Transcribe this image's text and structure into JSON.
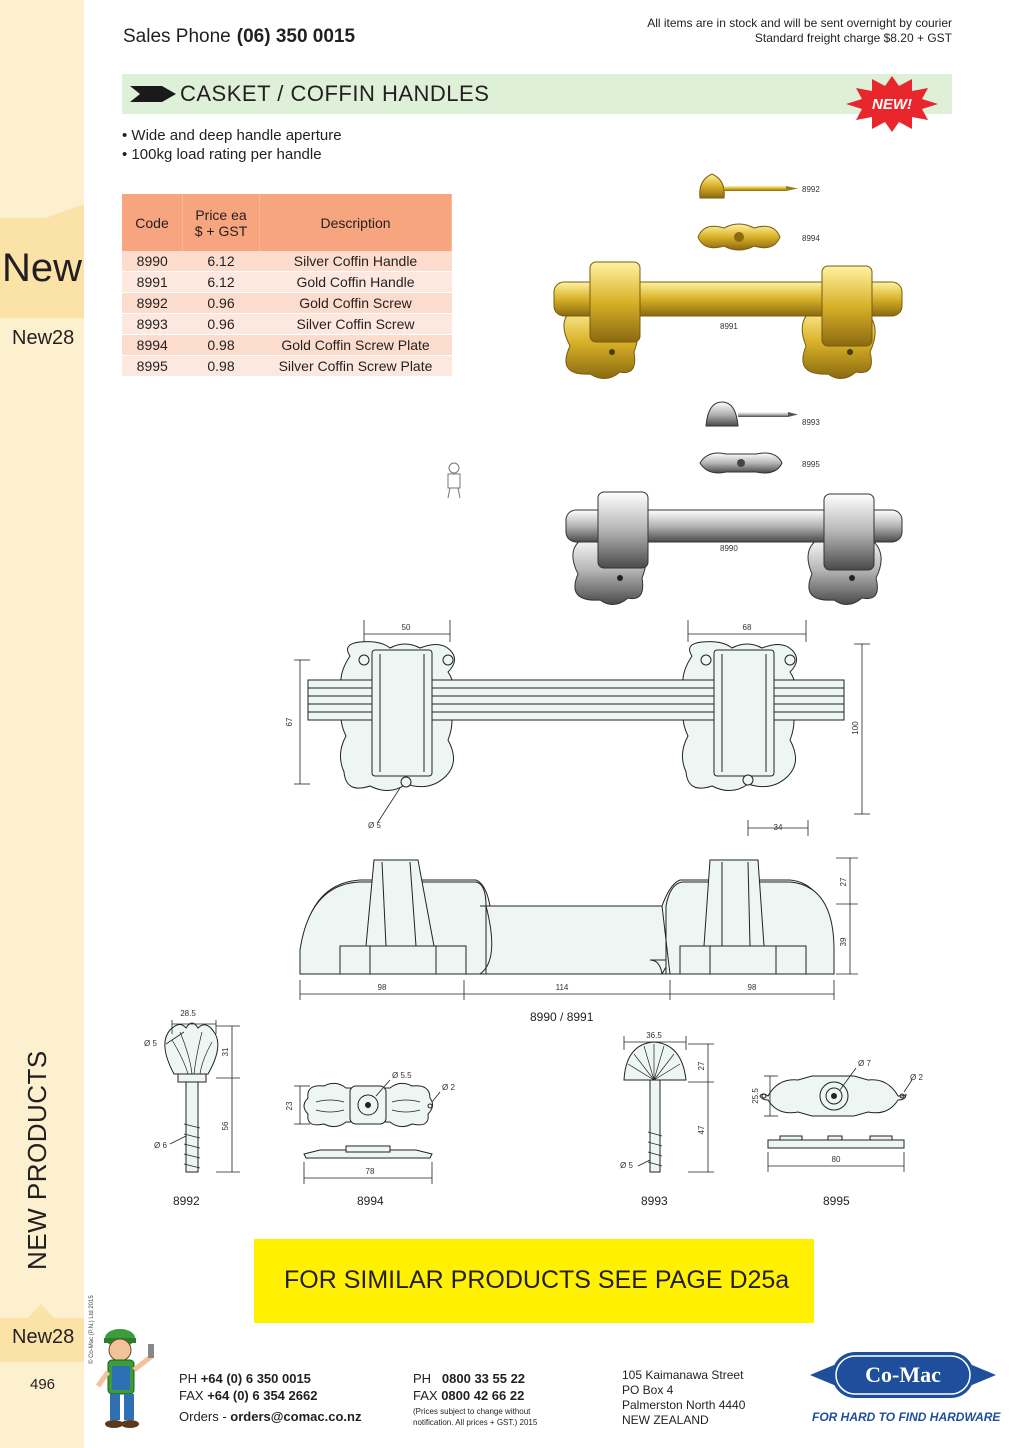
{
  "sidebar": {
    "new_label": "New",
    "new_code": "New28",
    "section_label": "NEW PRODUCTS",
    "new_code_bottom": "New28",
    "copyright": "© Co-Mac (P.N.) Ltd 2015",
    "page_number": "496"
  },
  "header": {
    "sales_label": "Sales Phone",
    "sales_phone": "(06) 350 0015",
    "stock_line1": "All items are in stock and will be sent overnight by courier",
    "stock_line2": "Standard freight charge $8.20 + GST"
  },
  "section": {
    "title": "CASKET / COFFIN HANDLES",
    "badge": "NEW!",
    "bullets": [
      "• Wide and deep handle aperture",
      "• 100kg load rating per handle"
    ]
  },
  "table": {
    "headers": [
      "Code",
      "Price ea\n$ + GST",
      "Description"
    ],
    "rows": [
      [
        "8990",
        "6.12",
        "Silver Coffin Handle"
      ],
      [
        "8991",
        "6.12",
        "Gold Coffin Handle"
      ],
      [
        "8992",
        "0.96",
        "Gold Coffin Screw"
      ],
      [
        "8993",
        "0.96",
        "Silver Coffin Screw"
      ],
      [
        "8994",
        "0.98",
        "Gold Coffin Screw Plate"
      ],
      [
        "8995",
        "0.98",
        "Silver Coffin Screw Plate"
      ]
    ]
  },
  "photo_labels": {
    "p8992": "8992",
    "p8994": "8994",
    "p8991": "8991",
    "p8993": "8993",
    "p8995": "8995",
    "p8990": "8990"
  },
  "drawings": {
    "top_dims": {
      "d50": "50",
      "d68": "68",
      "d67": "67",
      "d100": "100",
      "d34": "34",
      "dia5": "Ø 5"
    },
    "side_dims": {
      "d27": "27",
      "d39": "39",
      "d98a": "98",
      "d114": "114",
      "d98b": "98"
    },
    "handle_caption": "8990 / 8991",
    "s8992": {
      "w": "28.5",
      "dia5": "Ø 5",
      "h31": "31",
      "h56": "56",
      "dia6": "Ø 6",
      "caption": "8992"
    },
    "s8994": {
      "dia55": "Ø 5.5",
      "dia2": "Ø 2",
      "h23": "23",
      "w78": "78",
      "caption": "8994"
    },
    "s8993": {
      "w": "36.5",
      "h27": "27",
      "h47": "47",
      "dia5": "Ø 5",
      "caption": "8993"
    },
    "s8995": {
      "dia7": "Ø 7",
      "dia2": "Ø 2",
      "h255": "25.5",
      "w80": "80",
      "caption": "8995"
    }
  },
  "banner": {
    "text": "FOR SIMILAR PRODUCTS SEE PAGE D25a"
  },
  "footer": {
    "ph_label": "PH",
    "ph": "+64 (0) 6 350 0015",
    "fax_label": "FAX",
    "fax": "+64 (0) 6 354 2662",
    "orders_label": "Orders -",
    "orders": "orders@comac.co.nz",
    "ph2_label": "PH",
    "ph2": "0800 33 55 22",
    "fax2_label": "FAX",
    "fax2": "0800 42 66 22",
    "note_line1": "(Prices subject to change without",
    "note_line2": "notification. All prices + GST.)  2015",
    "addr1": "105 Kaimanawa Street",
    "addr2": "PO Box 4",
    "addr3": "Palmerston North 4440",
    "addr4": "NEW ZEALAND",
    "logo": "Co-Mac",
    "tagline": "FOR HARD TO FIND HARDWARE"
  },
  "colors": {
    "sidebar": "#fdf0cf",
    "band": "#dff0d8",
    "table_header": "#f7a57f",
    "banner": "#fff100",
    "logo_blue": "#1f4e9c",
    "badge_red": "#e8262c"
  }
}
